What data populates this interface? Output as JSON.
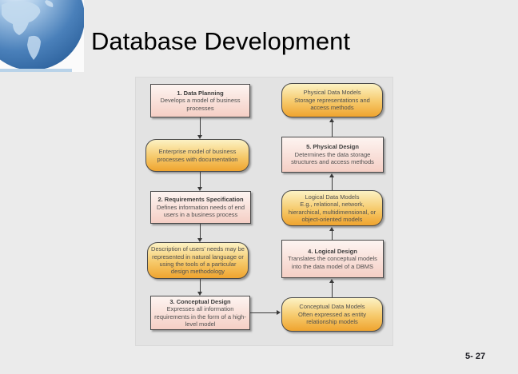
{
  "slide": {
    "title": "Database Development",
    "page_number": "5- 27"
  },
  "logo": {
    "icon": "globe-icon"
  },
  "colors": {
    "process_box_top": "#fdf4f1",
    "process_box_bottom": "#f5cfc5",
    "artifact_box_top": "#fcf2c4",
    "artifact_box_bottom": "#efa42f",
    "arrow": "#3a3a3a",
    "logo_bar_light": "#b9d3e9",
    "logo_bar_dark": "#577fa9"
  },
  "diagram": {
    "left_column": [
      {
        "type": "process",
        "title": "1. Data Planning",
        "body": "Develops a model of business processes"
      },
      {
        "type": "artifact",
        "title": "",
        "body": "Enterprise model of business processes with documentation"
      },
      {
        "type": "process",
        "title": "2. Requirements Specification",
        "body": "Defines information needs of end users in a business process"
      },
      {
        "type": "artifact",
        "title": "",
        "body": "Description of users' needs may be represented in natural language or using the tools of a particular design methodology"
      },
      {
        "type": "process",
        "title": "3. Conceptual Design",
        "body": "Expresses all information requirements in the form of a high-level model"
      }
    ],
    "right_column": [
      {
        "type": "artifact",
        "title": "Physical Data Models",
        "body": "Storage representations and access methods"
      },
      {
        "type": "process",
        "title": "5. Physical Design",
        "body": "Determines the data storage structures and access methods"
      },
      {
        "type": "artifact",
        "title": "Logical Data Models",
        "body": "E.g., relational, network, hierarchical, multidimensional, or object-oriented models"
      },
      {
        "type": "process",
        "title": "4. Logical Design",
        "body": "Translates the conceptual models into the data model of a DBMS"
      },
      {
        "type": "artifact",
        "title": "Conceptual Data Models",
        "body": "Often expressed as entity relationship models"
      }
    ]
  }
}
